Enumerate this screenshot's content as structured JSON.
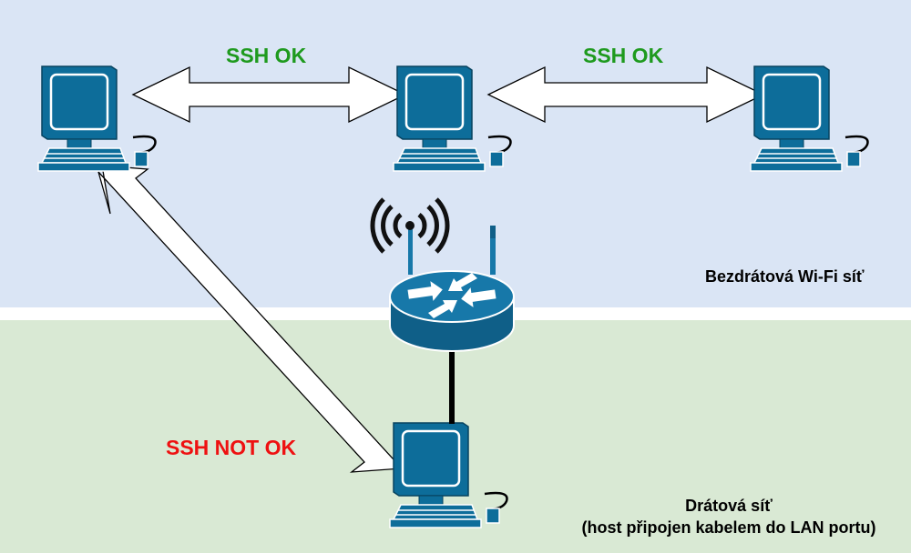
{
  "zones": {
    "wireless": {
      "label": "Bezdrátová Wi-Fi síť",
      "color": "#dae5f5"
    },
    "wired": {
      "label_line1": "Drátová síť",
      "label_line2": "(host připojen kabelem do LAN portu)",
      "color": "#d9e9d4"
    }
  },
  "links": {
    "ssh_ok_1": {
      "label": "SSH OK",
      "color": "#1e9a1e"
    },
    "ssh_ok_2": {
      "label": "SSH OK",
      "color": "#1e9a1e"
    },
    "ssh_not_ok": {
      "label": "SSH NOT OK",
      "color": "#ee1111"
    }
  },
  "icons": {
    "workstation": "desktop-computer-icon",
    "router": "wifi-router-icon"
  },
  "colors": {
    "device": "#0d6d9a",
    "device_dark": "#07435f",
    "router_top": "#1778a9",
    "router_side": "#0f5f88"
  }
}
